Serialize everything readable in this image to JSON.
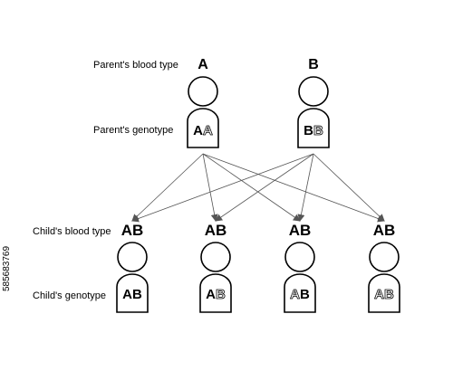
{
  "labels": {
    "parent_blood_type": "Parent's blood type",
    "parent_genotype": "Parent's genotype",
    "child_blood_type": "Child's blood type",
    "child_genotype": "Child's genotype"
  },
  "parents": [
    {
      "blood_type": "A",
      "genotype": [
        {
          "letter": "A",
          "style": "solid"
        },
        {
          "letter": "A",
          "style": "outline"
        }
      ]
    },
    {
      "blood_type": "B",
      "genotype": [
        {
          "letter": "B",
          "style": "solid"
        },
        {
          "letter": "B",
          "style": "outline"
        }
      ]
    }
  ],
  "children": [
    {
      "blood_type": "AB",
      "genotype": [
        {
          "letter": "A",
          "style": "solid"
        },
        {
          "letter": "B",
          "style": "solid"
        }
      ]
    },
    {
      "blood_type": "AB",
      "genotype": [
        {
          "letter": "A",
          "style": "solid"
        },
        {
          "letter": "B",
          "style": "outline"
        }
      ]
    },
    {
      "blood_type": "AB",
      "genotype": [
        {
          "letter": "A",
          "style": "outline"
        },
        {
          "letter": "B",
          "style": "solid"
        }
      ]
    },
    {
      "blood_type": "AB",
      "genotype": [
        {
          "letter": "A",
          "style": "outline"
        },
        {
          "letter": "B",
          "style": "outline"
        }
      ]
    }
  ],
  "inheritance_arrows": [
    {
      "from": 0,
      "to": 0
    },
    {
      "from": 0,
      "to": 1
    },
    {
      "from": 0,
      "to": 2
    },
    {
      "from": 0,
      "to": 3
    },
    {
      "from": 1,
      "to": 0
    },
    {
      "from": 1,
      "to": 1
    },
    {
      "from": 1,
      "to": 2
    },
    {
      "from": 1,
      "to": 3
    }
  ],
  "stock_id": "585683769",
  "colors": {
    "stroke": "#000000",
    "arrow": "#555555",
    "background": "#ffffff"
  }
}
